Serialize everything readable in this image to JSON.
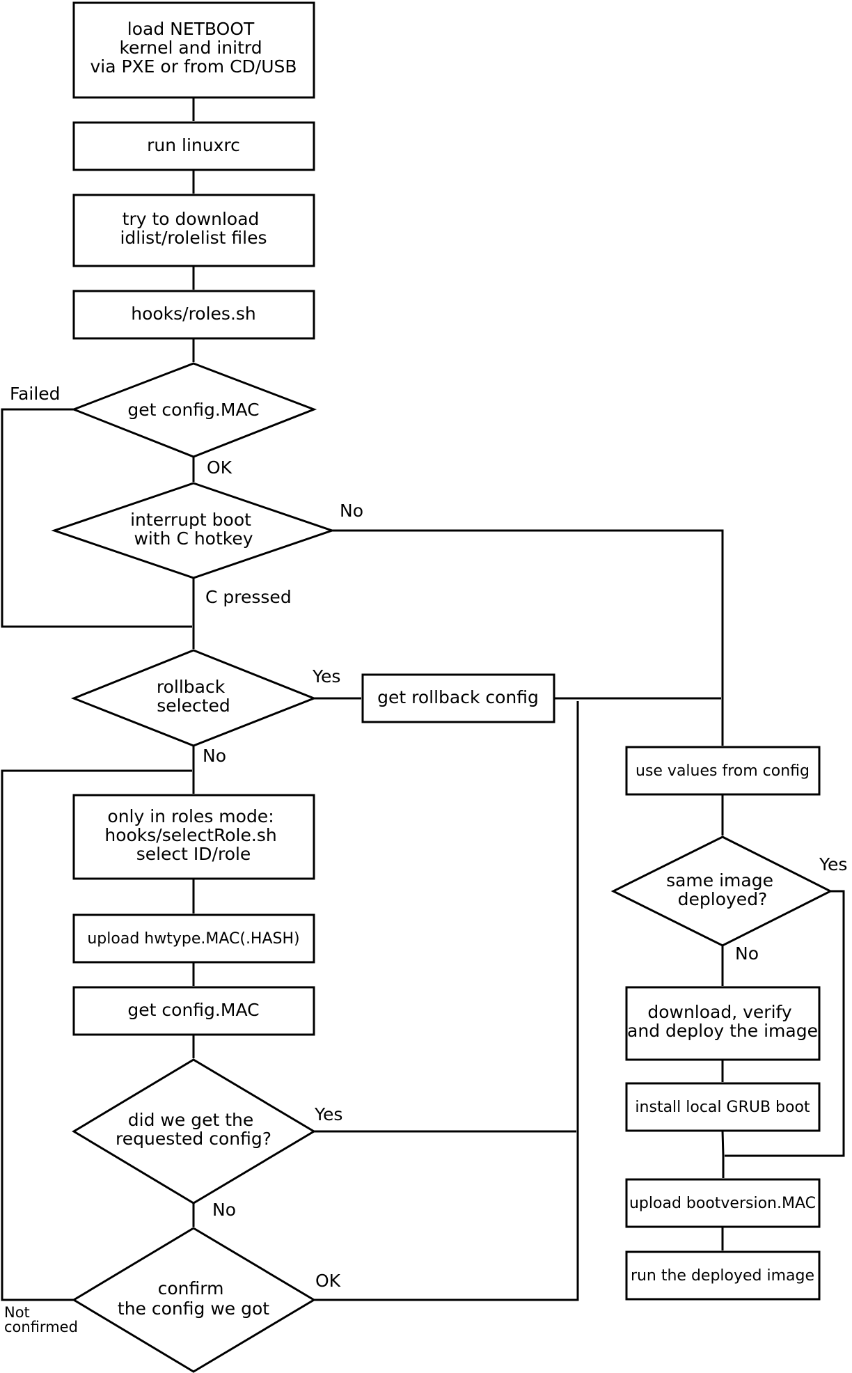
{
  "nodes": {
    "load": [
      "load NETBOOT",
      "kernel and initrd",
      "via PXE or from CD/USB"
    ],
    "linuxrc": [
      "run linuxrc"
    ],
    "download_lists": [
      "try to download",
      "idlist/rolelist files"
    ],
    "hooks_roles": [
      "hooks/roles.sh"
    ],
    "get_config_1": [
      "get config.MAC"
    ],
    "interrupt": [
      "interrupt boot",
      "with C hotkey"
    ],
    "rollback": [
      "rollback",
      "selected"
    ],
    "get_rollback": [
      "get rollback config"
    ],
    "roles_mode": [
      "only in roles mode:",
      "hooks/selectRole.sh",
      "select ID/role"
    ],
    "upload_hwtype": [
      "upload hwtype.MAC(.HASH)"
    ],
    "get_config_2": [
      "get config.MAC"
    ],
    "did_we_get": [
      "did we get the",
      "requested config?"
    ],
    "confirm": [
      "confirm",
      "the config we got"
    ],
    "use_values": [
      "use values from config"
    ],
    "same_image": [
      "same image",
      "deployed?"
    ],
    "deploy": [
      "download, verify",
      "and deploy the image"
    ],
    "grub": [
      "install local GRUB boot"
    ],
    "upload_bootver": [
      "upload bootversion.MAC"
    ],
    "run_image": [
      "run the deployed image"
    ]
  },
  "edge_labels": {
    "failed": "Failed",
    "ok_1": "OK",
    "no_1": "No",
    "c_pressed": "C pressed",
    "yes_1": "Yes",
    "no_2": "No",
    "yes_2": "Yes",
    "no_3": "No",
    "ok_2": "OK",
    "not_confirmed": [
      "Not",
      "confirmed"
    ],
    "yes_3": "Yes",
    "no_4": "No"
  }
}
